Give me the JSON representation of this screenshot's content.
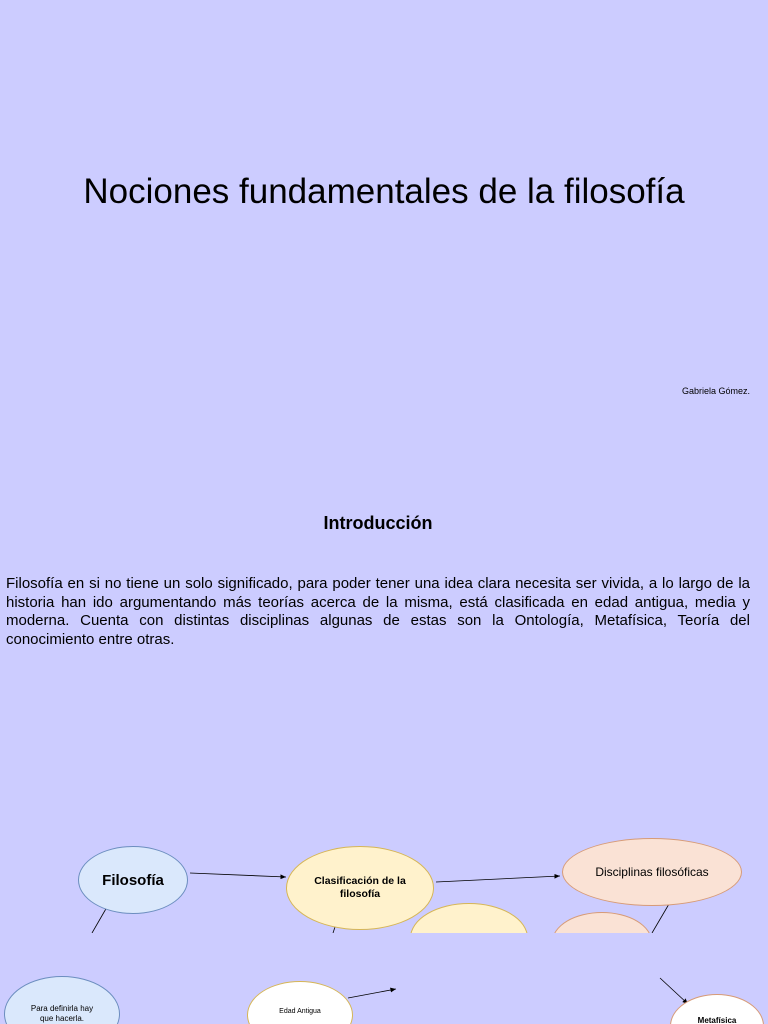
{
  "cover": {
    "title": "Nociones fundamentales de la filosofía",
    "author": "Gabriela Gómez."
  },
  "intro": {
    "heading": "Introducción",
    "body": "Filosofía en si no tiene un solo significado, para poder tener una idea clara necesita ser vivida, a lo largo de la historia han ido argumentando más teorías acerca de la misma, está clasificada en edad antigua, media y moderna. Cuenta con distintas disciplinas algunas de estas son la Ontología, Metafísica, Teoría del conocimiento entre otras."
  },
  "map_top": {
    "filosofia": "Filosofía",
    "clasificacion": "Clasificación de la filosofía",
    "disciplinas": "Disciplinas filosóficas"
  },
  "map_bottom": {
    "definirla": "Para definirla hay que hacerla.",
    "edad_antigua": "Edad Antigua",
    "metafisica": "Metafísica"
  },
  "colors": {
    "background": "#ccccff",
    "blue_fill": "#dae8fc",
    "blue_border": "#6c8ebf",
    "yellow_fill": "#fff2cc",
    "yellow_border": "#d6b656",
    "orange_fill": "#fae2d5",
    "orange_border": "#d79b77",
    "white_fill": "#ffffff"
  }
}
